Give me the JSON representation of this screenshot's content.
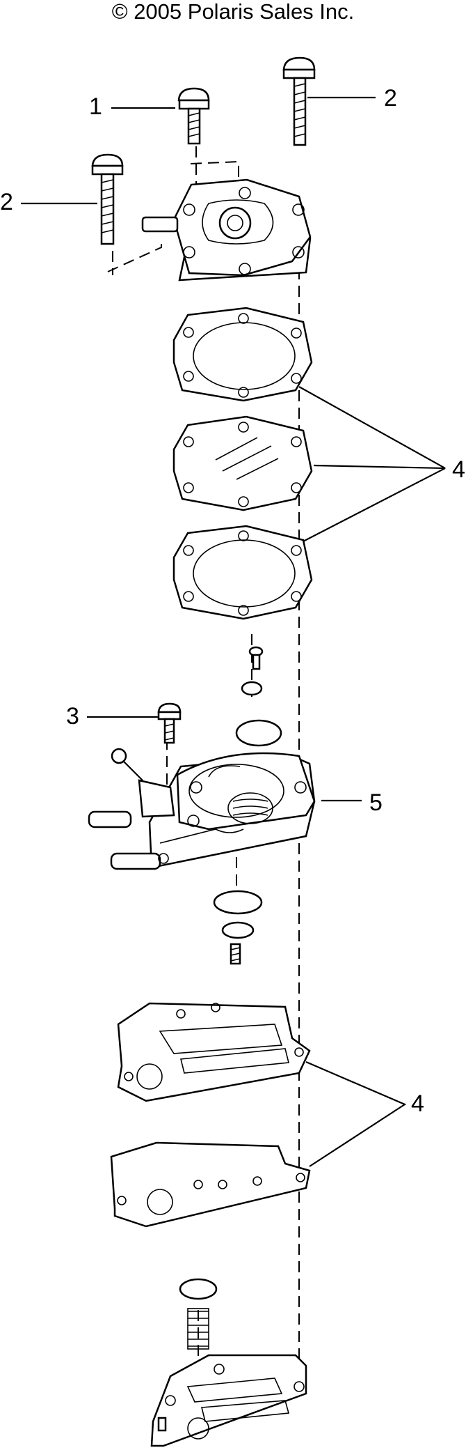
{
  "copyright": "© 2005 Polaris Sales Inc.",
  "callouts": {
    "c1": "1",
    "c2_top": "2",
    "c2_left": "2",
    "c3": "3",
    "c4_upper": "4",
    "c4_lower": "4",
    "c5": "5"
  },
  "colors": {
    "line": "#000000",
    "background": "#ffffff"
  }
}
